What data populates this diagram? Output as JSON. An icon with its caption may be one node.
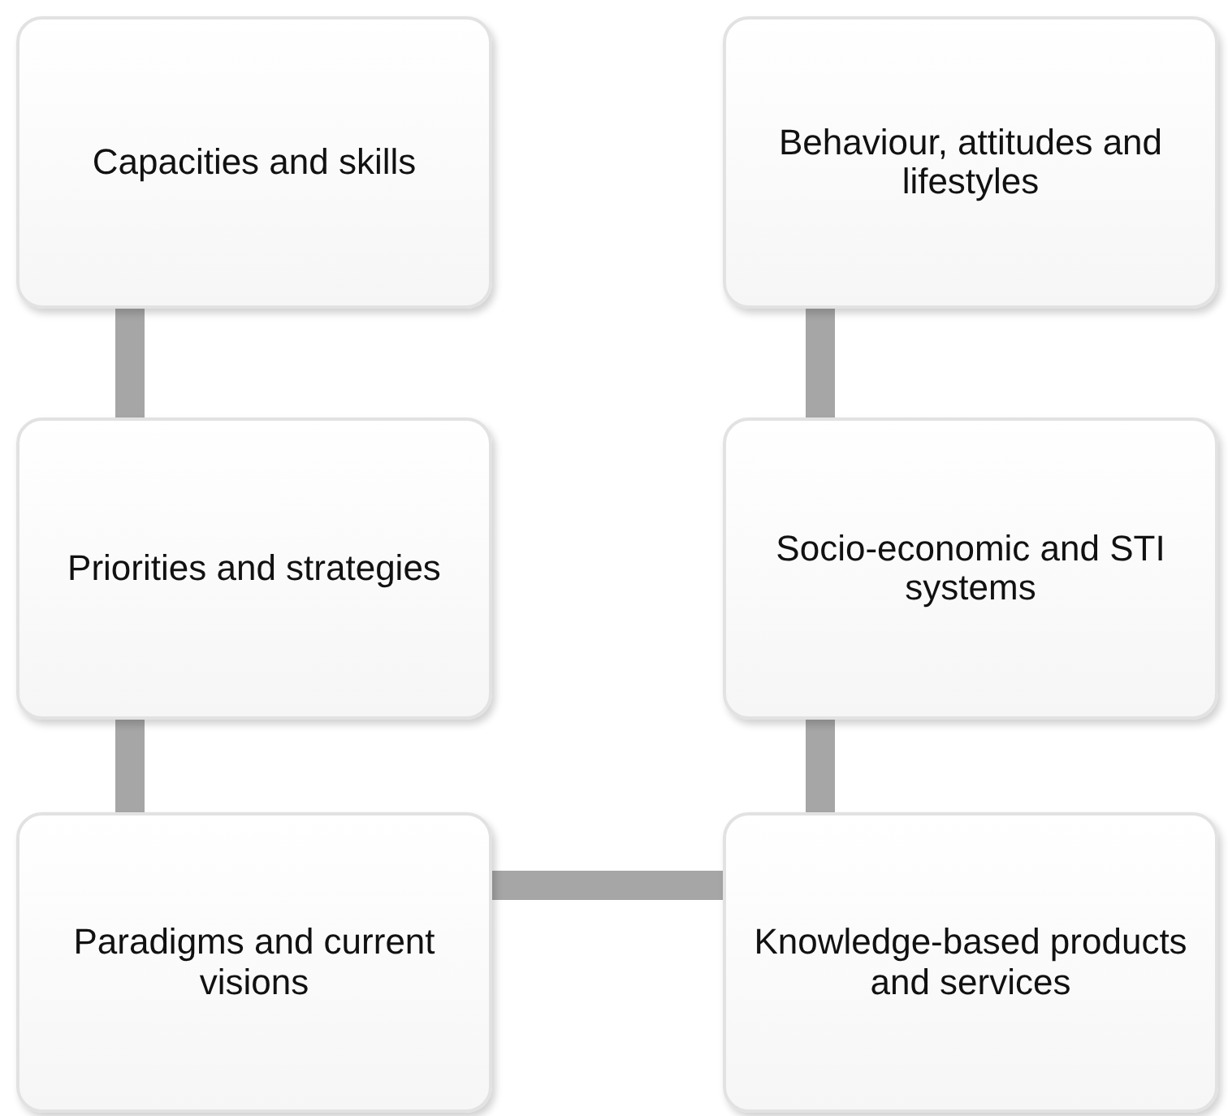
{
  "diagram": {
    "nodes": [
      {
        "text": [
          "Capacities and skills"
        ]
      },
      {
        "text": [
          "Behaviour, attitudes and lifestyles"
        ]
      },
      {
        "text": [
          "Priorities and strategies"
        ]
      },
      {
        "text": [
          "Socio-economic and STI systems"
        ]
      },
      {
        "text": [
          "Paradigms and current visions"
        ]
      },
      {
        "text": [
          "Knowledge-based products and services"
        ]
      }
    ],
    "edges": [
      {
        "from": 0,
        "to": 2,
        "arrow": "none"
      },
      {
        "from": 2,
        "to": 4,
        "arrow": "none"
      },
      {
        "from": 4,
        "to": 5,
        "arrow": "none"
      },
      {
        "from": 5,
        "to": 3,
        "arrow": "none"
      },
      {
        "from": 3,
        "to": 1,
        "arrow": "none"
      }
    ]
  }
}
